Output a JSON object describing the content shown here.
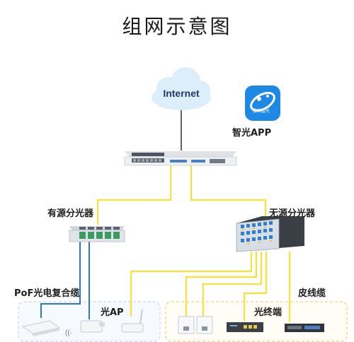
{
  "title": "组网示意图",
  "internet_label": "Internet",
  "app": {
    "label": "智光APP",
    "icon_text": "星网智光"
  },
  "labels": {
    "active_splitter": "有源分光器",
    "passive_splitter": "无源分光器",
    "poe_cable": "PoF光电复合缆",
    "optical_ap": "光AP",
    "optical_terminal": "光终端",
    "drop_cable": "皮线缆"
  },
  "colors": {
    "fiber": "#f5e14a",
    "poe_cable": "#2b77c0",
    "zone_border": "#f3dc8e",
    "app_blue": "#1e88e5"
  }
}
